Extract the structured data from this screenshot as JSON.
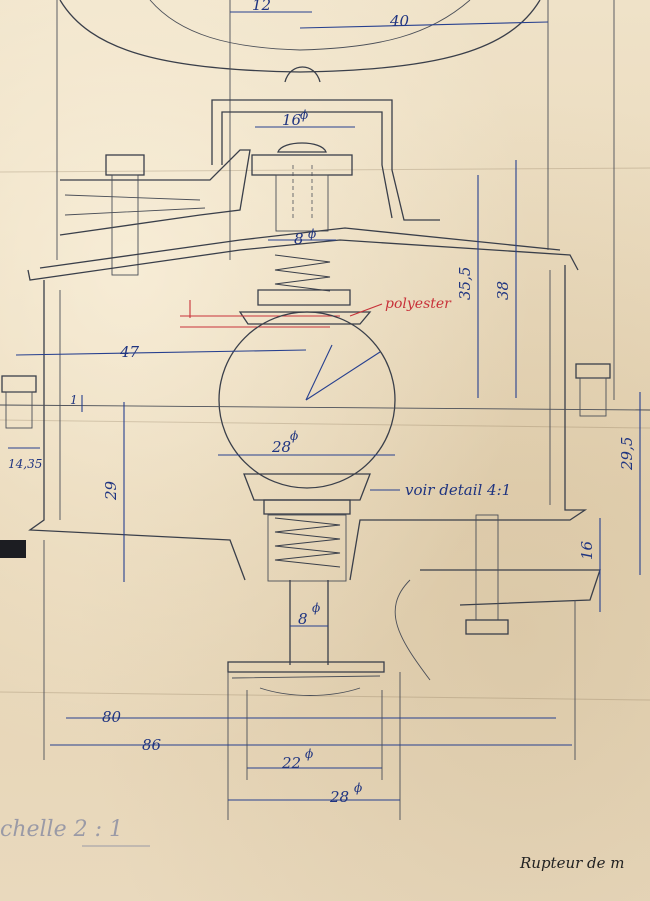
{
  "dimensions": {
    "d12": "12",
    "d40": "40",
    "d16phi": "16",
    "d8phi_top": "8",
    "d47": "47",
    "d35_5": "35,5",
    "d38": "38",
    "d1": "1",
    "d14_35": "14,35",
    "d28phi_ball": "28",
    "d29": "29",
    "d29_5": "29,5",
    "d16": "16",
    "d8phi_stem": "8",
    "d80": "80",
    "d86": "86",
    "d22phi": "22",
    "d28phi_base": "28"
  },
  "annotations": {
    "polyester": "polyester",
    "voir_detail": "voir detail 4:1",
    "echelle": "chelle 2 : 1",
    "rupteur": "Rupteur de m"
  },
  "colors": {
    "ink": "#3a3f4a",
    "dimension_blue": "#27408f",
    "red_pencil": "#c8323a",
    "paper": "#e8d9bf"
  }
}
